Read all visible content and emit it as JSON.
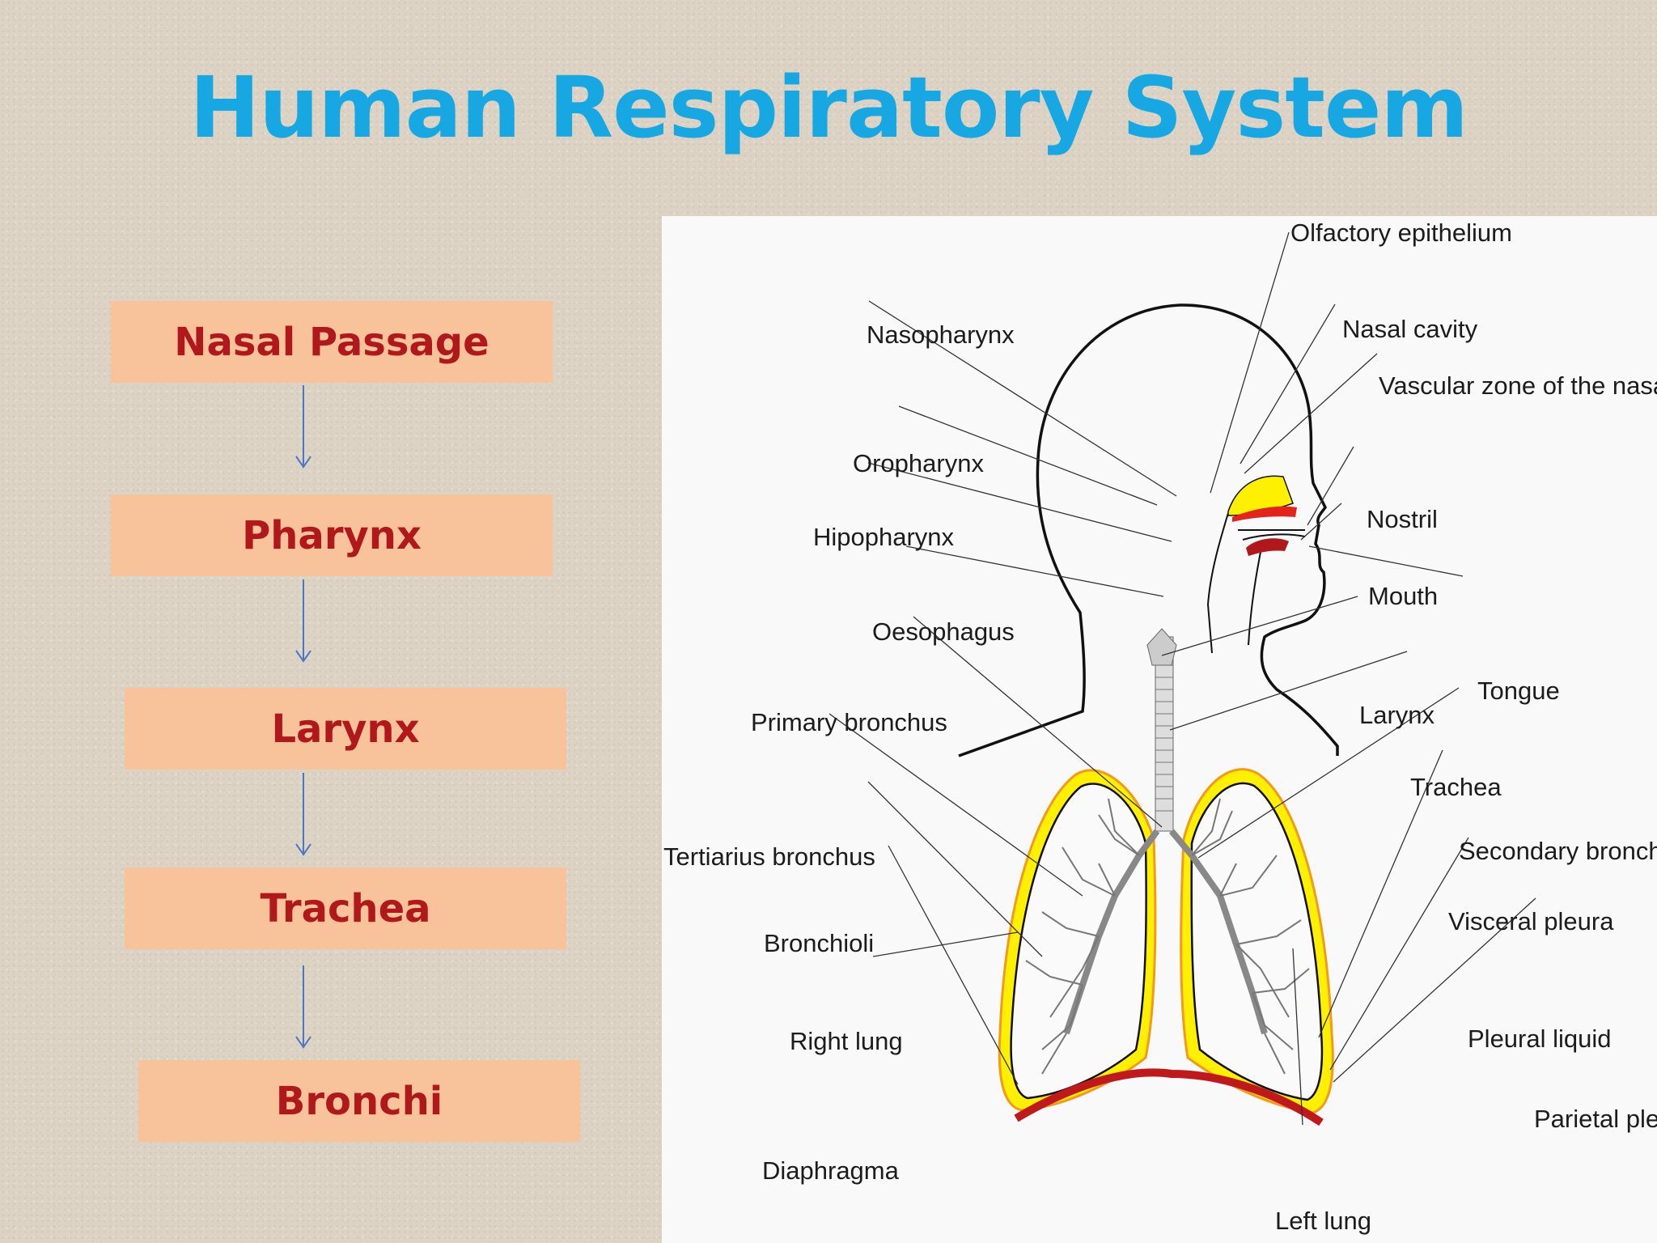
{
  "title": "Human Respiratory System",
  "flow": {
    "steps": [
      "Nasal Passage",
      "Pharynx",
      "Larynx",
      "Trachea",
      "Bronchi"
    ]
  },
  "diagram": {
    "labels": {
      "olfactory_epithelium": "Olfactory epithelium",
      "nasopharynx": "Nasopharynx",
      "nasal_cavity": "Nasal cavity",
      "vascular_zone": "Vascular zone of the nasal cavity",
      "oropharynx": "Oropharynx",
      "hipopharynx": "Hipopharynx",
      "nostril": "Nostril",
      "mouth": "Mouth",
      "oesophagus": "Oesophagus",
      "tongue": "Tongue",
      "larynx": "Larynx",
      "primary_bronchus": "Primary bronchus",
      "trachea": "Trachea",
      "secondary_bronchus": "Secondary bronchus",
      "tertiarius_bronchus": "Tertiarius bronchus",
      "visceral_pleura": "Visceral pleura",
      "bronchioli": "Bronchioli",
      "right_lung": "Right lung",
      "pleural_liquid": "Pleural liquid",
      "parietal_pleura": "Parietal pleura",
      "diaphragma": "Diaphragma",
      "left_lung": "Left lung"
    }
  },
  "colors": {
    "title": "#17a8e3",
    "box_fill": "#f8c39a",
    "box_text": "#b0181c",
    "arrow": "#4a78c2",
    "pleura_yellow": "#ffef00",
    "pleura_orange": "#f39a1d",
    "diaphragm": "#c0191c",
    "nasal_red": "#e3241b"
  }
}
